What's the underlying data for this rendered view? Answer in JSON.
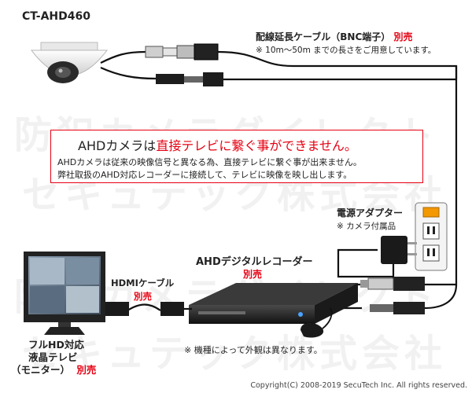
{
  "camera": {
    "model": "CT-AHD460"
  },
  "cable": {
    "title": "配線延長ケーブル（BNC端子）",
    "sold_separately": "別売",
    "note": "※ 10m〜50m までの長さをご用意しています。"
  },
  "notice": {
    "headline_prefix": "AHDカメラは",
    "headline_emphasis": "直接テレビに繋ぐ事ができません。",
    "line1": "AHDカメラは従来の映像信号と異なる為、直接テレビに繋ぐ事が出来ません。",
    "line2": "弊社取扱のAHD対応レコーダーに接続して、テレビに映像を映し出します。"
  },
  "adapter": {
    "title": "電源アダプター",
    "note": "※ カメラ付属品"
  },
  "recorder": {
    "title": "AHDデジタルレコーダー",
    "sold_separately": "別売"
  },
  "hdmi": {
    "title": "HDMIケーブル",
    "sold_separately": "別売"
  },
  "monitor": {
    "line1": "フルHD対応",
    "line2": "液晶テレビ",
    "line3": "（モニター）",
    "sold_separately": "別売"
  },
  "disclaimer": "※ 機種によって外観は異なります。",
  "copyright": "Copyright(C) 2008-2019 SecuTech Inc. All rights reserved."
}
